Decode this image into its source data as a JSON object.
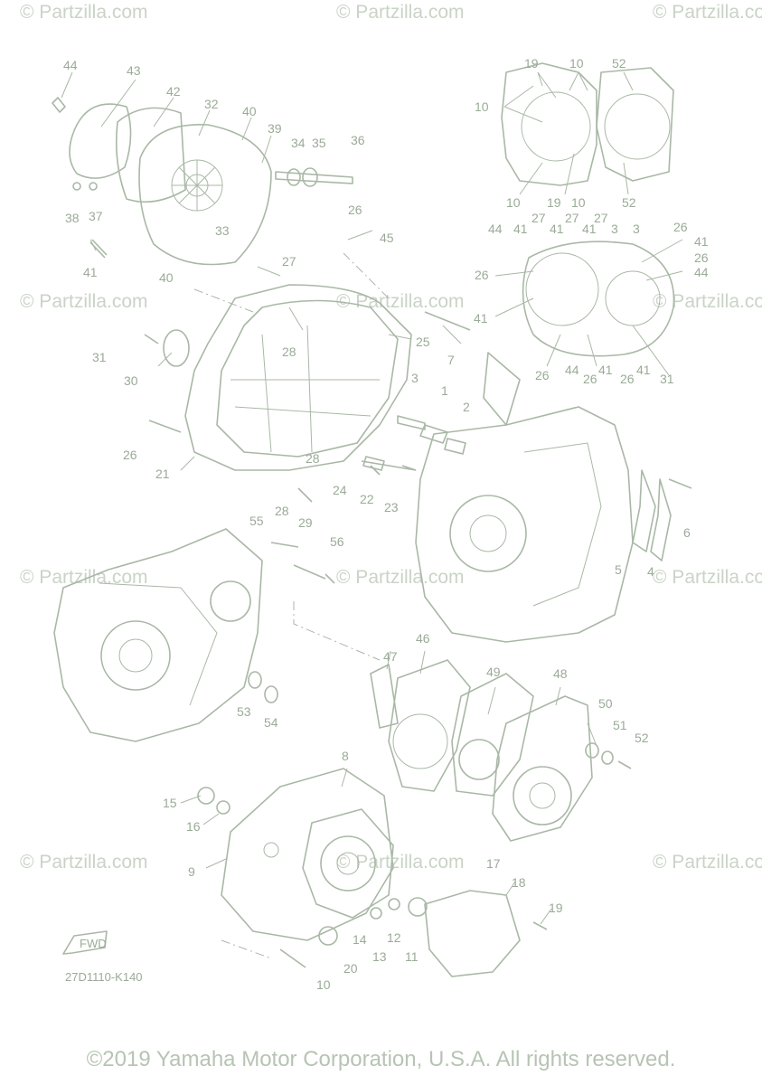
{
  "watermark": "© Partzilla.com",
  "diagram_code": "27D1110-K140",
  "fwd_label": "FWD",
  "copyright": "©2019 Yamaha Motor Corporation, U.S.A. All rights reserved.",
  "callouts": [
    "1",
    "2",
    "3",
    "4",
    "5",
    "6",
    "7",
    "8",
    "9",
    "10",
    "11",
    "12",
    "13",
    "14",
    "15",
    "16",
    "17",
    "18",
    "19",
    "20",
    "21",
    "22",
    "23",
    "24",
    "25",
    "26",
    "27",
    "28",
    "29",
    "30",
    "31",
    "32",
    "33",
    "34",
    "35",
    "36",
    "37",
    "38",
    "39",
    "40",
    "41",
    "42",
    "43",
    "44",
    "45",
    "46",
    "47",
    "48",
    "49",
    "50",
    "51",
    "52",
    "53",
    "54",
    "55",
    "56"
  ]
}
